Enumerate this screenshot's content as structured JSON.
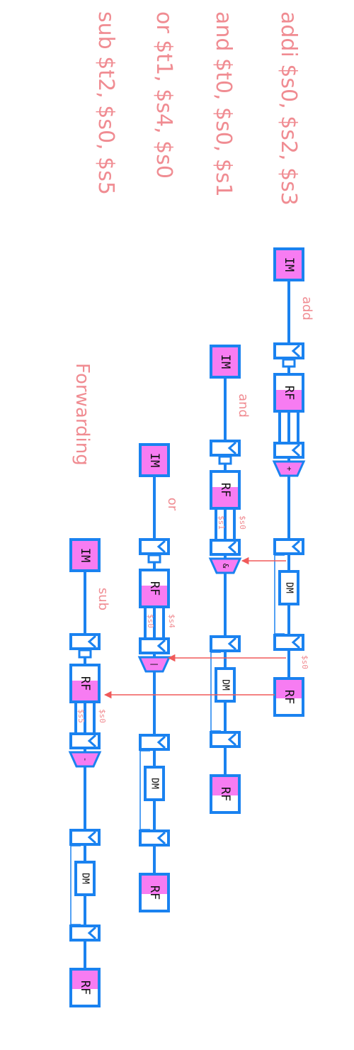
{
  "colors": {
    "pipe": "#1a82f0",
    "unit_fill": "#f77cf2",
    "annotation": "#f08c92",
    "forward": "#f05a5a",
    "text": "#111111"
  },
  "instructions": [
    {
      "id": "i1",
      "text": "addi $s0, $s2, $s3",
      "mnemonic": "add",
      "src1": "",
      "src2": ""
    },
    {
      "id": "i2",
      "text": "and $t0, $s0, $s1",
      "mnemonic": "and",
      "src1": "$s1",
      "src2": "$s0"
    },
    {
      "id": "i3",
      "text": "or $t1, $s4, $s0",
      "mnemonic": "or",
      "src1": "$s0",
      "src2": "$s4"
    },
    {
      "id": "i4",
      "text": "sub $t2, $s0, $s5",
      "mnemonic": "sub",
      "src1": "$s5",
      "src2": "$s0"
    }
  ],
  "unit_labels": {
    "im": "IM",
    "rf": "RF",
    "dm": "DM"
  },
  "alu_ops": [
    "+",
    "&",
    "|",
    "-"
  ],
  "wb_label": "$s0",
  "title": "Forwarding"
}
